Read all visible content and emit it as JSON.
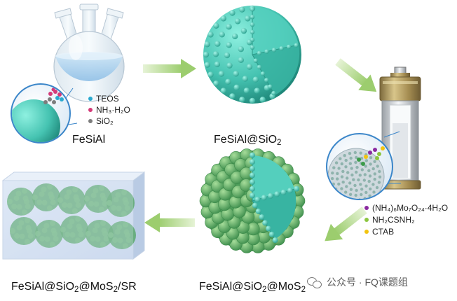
{
  "labels": {
    "flask": "FeSiAl",
    "coated": "FeSiAl@SiO",
    "coated_sub": "2",
    "mos2_main": "FeSiAl@SiO",
    "mos2_sub1": "2",
    "mos2_mid": "@MoS",
    "mos2_sub2": "2",
    "sr_main": "FeSiAl@SiO",
    "sr_sub1": "2",
    "sr_mid": "@MoS",
    "sr_sub2": "2",
    "sr_end": "/SR"
  },
  "legend_flask": [
    {
      "text": "TEOS",
      "color": "#29a9cf"
    },
    {
      "text": "NH₃·H₂O",
      "color": "#d43a78"
    },
    {
      "text": "SiO₂",
      "color": "#7d7d7d"
    }
  ],
  "legend_autoclave": [
    {
      "text": "(NH₄)₆Mo₇O₂₄·4H₂O",
      "color": "#8a2aa0"
    },
    {
      "text": "NH₂CSNH₂",
      "color": "#8cc63f"
    },
    {
      "text": "CTAB",
      "color": "#f2c40f"
    }
  ],
  "watermark": {
    "text": "公众号 · FQ课题组"
  },
  "colors": {
    "teal": "#4ecab8",
    "teal_dark": "#2f9e8f",
    "arrow": "#a9d67e",
    "mos2": "#5fb26a"
  }
}
